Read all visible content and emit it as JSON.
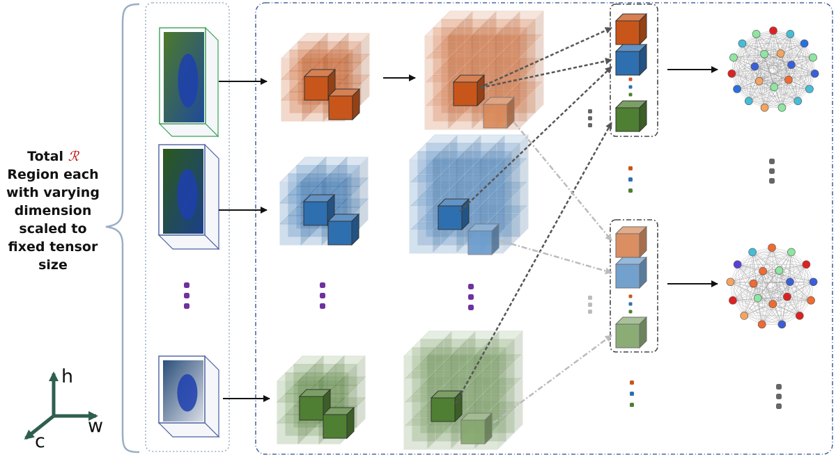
{
  "label": {
    "line1_word": "Total",
    "symbol": "ℛ",
    "lines": [
      "Region each",
      "with varying",
      "dimension",
      "scaled to",
      "fixed tensor",
      "size"
    ]
  },
  "axes": {
    "h": "h",
    "w": "w",
    "c": "c"
  },
  "colors": {
    "orange": "#c8561a",
    "blue": "#2e6fb0",
    "green": "#4f7f32",
    "orange_light": "#d9895a",
    "blue_light": "#6c9ccc",
    "green_light": "#86a86e",
    "dots": "#7030a0",
    "frame": "#9aaec4",
    "dashframe": "#4a68a0"
  },
  "rows": [
    {
      "id": "orange",
      "image_icon": "parrot-crop-icon"
    },
    {
      "id": "blue",
      "image_icon": "parrot-closeup-icon"
    },
    {
      "id": "green",
      "image_icon": "bird-on-ledge-icon"
    }
  ],
  "graphs": [
    {
      "id": "graph-top",
      "node_colors": [
        "#e02020",
        "#46bdd8",
        "#2a6fe0",
        "#8ee6a0",
        "#3a5fd8",
        "#46bdd8",
        "#46bdd8",
        "#8ee6a0",
        "#f4a460",
        "#46bdd8",
        "#2a6fe0",
        "#e02020",
        "#8ee6a0",
        "#46bdd8",
        "#8ee6a0",
        "#f4a460",
        "#3a5fd8",
        "#f06a32",
        "#8ee6a0",
        "#f4a460",
        "#3a5fd8",
        "#8ee6a0"
      ]
    },
    {
      "id": "graph-bottom",
      "node_colors": [
        "#f06a32",
        "#8ee6a0",
        "#e02020",
        "#3a5fd8",
        "#f06a32",
        "#e02020",
        "#3a5fd8",
        "#f06a32",
        "#f4a460",
        "#e02020",
        "#f4a460",
        "#5b3fd8",
        "#46bdd8",
        "#8ee6a0",
        "#3a5fd8",
        "#e02020",
        "#f06a32",
        "#8ee6a0",
        "#f06a32",
        "#f06a32"
      ]
    }
  ]
}
